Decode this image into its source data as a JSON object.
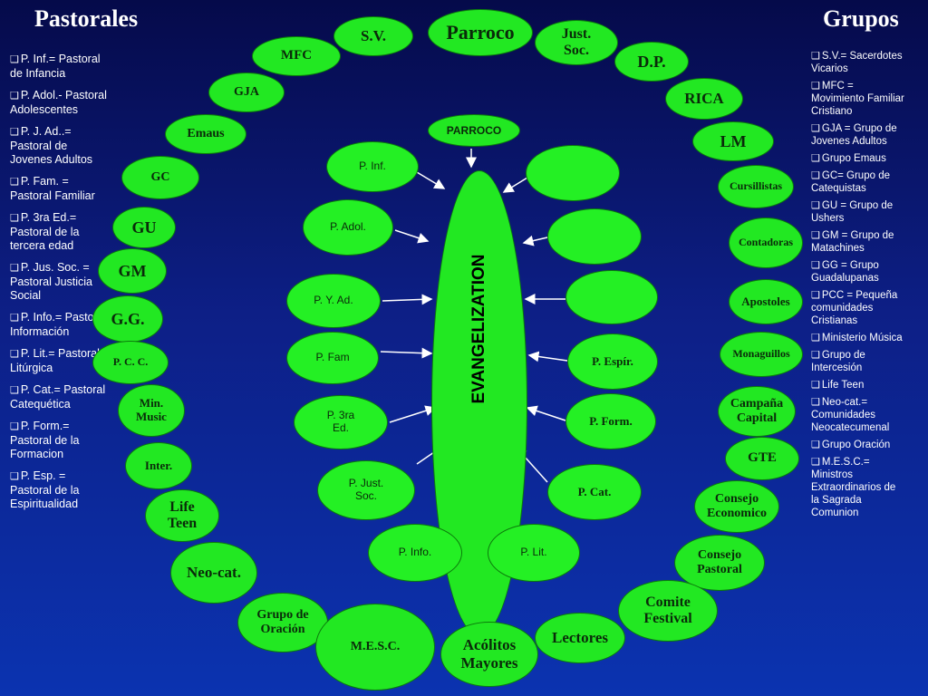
{
  "left_title": "Pastorales",
  "right_title": "Grupos",
  "left_legend": [
    [
      "P. Inf.= Pastoral",
      "de Infancia"
    ],
    [
      "P. Adol.- Pastoral",
      "Adolescentes"
    ],
    [
      "P. J. Ad..=",
      "Pastoral de",
      "Jovenes Adultos"
    ],
    [
      "P. Fam. =",
      "Pastoral Familiar"
    ],
    [
      "P. 3ra Ed.=",
      "Pastoral de la",
      "tercera edad"
    ],
    [
      "P. Jus. Soc. =",
      "Pastoral Justicia",
      "Social"
    ],
    [
      "P. Info.= Pastoral",
      "Información"
    ],
    [
      "P. Lit.= Pastoral",
      "Litúrgica"
    ],
    [
      "P. Cat.= Pastoral",
      "Catequética"
    ],
    [
      "P. Form.=",
      "Pastoral de la",
      "Formacion"
    ],
    [
      "P. Esp. =",
      "Pastoral de la",
      "Espiritualidad"
    ]
  ],
  "right_legend": [
    [
      "S.V.= Sacerdotes",
      "Vicarios"
    ],
    [
      "MFC =",
      "Movimiento Familiar",
      "Cristiano"
    ],
    [
      "GJA = Grupo de",
      "Jovenes Adultos"
    ],
    [
      "Grupo Emaus"
    ],
    [
      "GC= Grupo de",
      "Catequistas"
    ],
    [
      "GU = Grupo de",
      "Ushers"
    ],
    [
      "GM = Grupo de",
      "Matachines"
    ],
    [
      "GG = Grupo",
      "Guadalupanas"
    ],
    [
      "PCC = Pequeña",
      "comunidades",
      "Cristianas"
    ],
    [
      "Ministerio Música"
    ],
    [
      "Grupo de",
      "Intercesión"
    ],
    [
      "Life Teen"
    ],
    [
      "Neo-cat.=",
      "Comunidades",
      "Neocatecumenal"
    ],
    [
      "Grupo Oración"
    ],
    [
      "M.E.S.C.=",
      "Ministros",
      "Extraordinarios de",
      "la Sagrada",
      "Comunion"
    ]
  ],
  "center_label": "EVANGELIZATION",
  "parroco_label": "PARROCO",
  "outer_nodes": [
    {
      "id": "parroco",
      "lines": [
        "Parroco"
      ]
    },
    {
      "id": "sv",
      "lines": [
        "S.V."
      ]
    },
    {
      "id": "just-soc",
      "lines": [
        "Just.",
        "Soc."
      ]
    },
    {
      "id": "dp",
      "lines": [
        "D.P."
      ]
    },
    {
      "id": "mfc",
      "lines": [
        "MFC"
      ]
    },
    {
      "id": "rica",
      "lines": [
        "RICA"
      ]
    },
    {
      "id": "gja",
      "lines": [
        "GJA"
      ]
    },
    {
      "id": "lm",
      "lines": [
        "LM"
      ]
    },
    {
      "id": "emaus",
      "lines": [
        "Emaus"
      ]
    },
    {
      "id": "cursillistas",
      "lines": [
        "Cursillistas"
      ]
    },
    {
      "id": "gc",
      "lines": [
        "GC"
      ]
    },
    {
      "id": "contadoras",
      "lines": [
        "Contadoras"
      ]
    },
    {
      "id": "gu",
      "lines": [
        "GU"
      ]
    },
    {
      "id": "gm",
      "lines": [
        "GM"
      ]
    },
    {
      "id": "apostoles",
      "lines": [
        "Apostoles"
      ]
    },
    {
      "id": "gg",
      "lines": [
        "G.G."
      ]
    },
    {
      "id": "pcc",
      "lines": [
        "P. C. C."
      ]
    },
    {
      "id": "monaguillos",
      "lines": [
        "Monaguillos"
      ]
    },
    {
      "id": "min-music",
      "lines": [
        "Min.",
        "Music"
      ]
    },
    {
      "id": "campana-capital",
      "lines": [
        "Campaña",
        "Capital"
      ]
    },
    {
      "id": "gte",
      "lines": [
        "GTE"
      ]
    },
    {
      "id": "inter",
      "lines": [
        "Inter."
      ]
    },
    {
      "id": "consejo-economico",
      "lines": [
        "Consejo",
        "Economico"
      ]
    },
    {
      "id": "life-teen",
      "lines": [
        "Life",
        "Teen"
      ]
    },
    {
      "id": "neo-cat",
      "lines": [
        "Neo-cat."
      ]
    },
    {
      "id": "consejo-pastoral",
      "lines": [
        "Consejo",
        "Pastoral"
      ]
    },
    {
      "id": "comite-festival",
      "lines": [
        "Comite",
        "Festival"
      ]
    },
    {
      "id": "grupo-oracion",
      "lines": [
        "Grupo de",
        "Oración"
      ]
    },
    {
      "id": "lectores",
      "lines": [
        "Lectores"
      ]
    },
    {
      "id": "mesc",
      "lines": [
        "M.E.S.C."
      ]
    },
    {
      "id": "acolitos",
      "lines": [
        "Acólitos",
        "Mayores"
      ]
    }
  ],
  "inner_nodes": [
    {
      "id": "p-inf",
      "lines": [
        "P. Inf."
      ]
    },
    {
      "id": "p-adol",
      "lines": [
        "P. Adol."
      ]
    },
    {
      "id": "p-y-ad",
      "lines": [
        "P. Y. Ad."
      ]
    },
    {
      "id": "p-fam",
      "lines": [
        "P. Fam"
      ]
    },
    {
      "id": "p-3ra-ed",
      "lines": [
        "P. 3ra",
        "Ed."
      ]
    },
    {
      "id": "p-just-soc",
      "lines": [
        "P. Just.",
        "Soc."
      ]
    },
    {
      "id": "p-info",
      "lines": [
        "P. Info."
      ]
    },
    {
      "id": "p-lit",
      "lines": [
        "P. Lit."
      ]
    },
    {
      "id": "p-cat",
      "lines": [
        "P. Cat."
      ]
    },
    {
      "id": "p-form",
      "lines": [
        "P. Form."
      ]
    },
    {
      "id": "p-espir",
      "lines": [
        "P. Espír."
      ]
    },
    {
      "id": "blank-3",
      "lines": []
    },
    {
      "id": "blank-2",
      "lines": []
    },
    {
      "id": "blank-1",
      "lines": []
    }
  ],
  "colors": {
    "node_fill": "#22e822",
    "background": "#0b2aa0",
    "arrow": "#ffffff"
  }
}
